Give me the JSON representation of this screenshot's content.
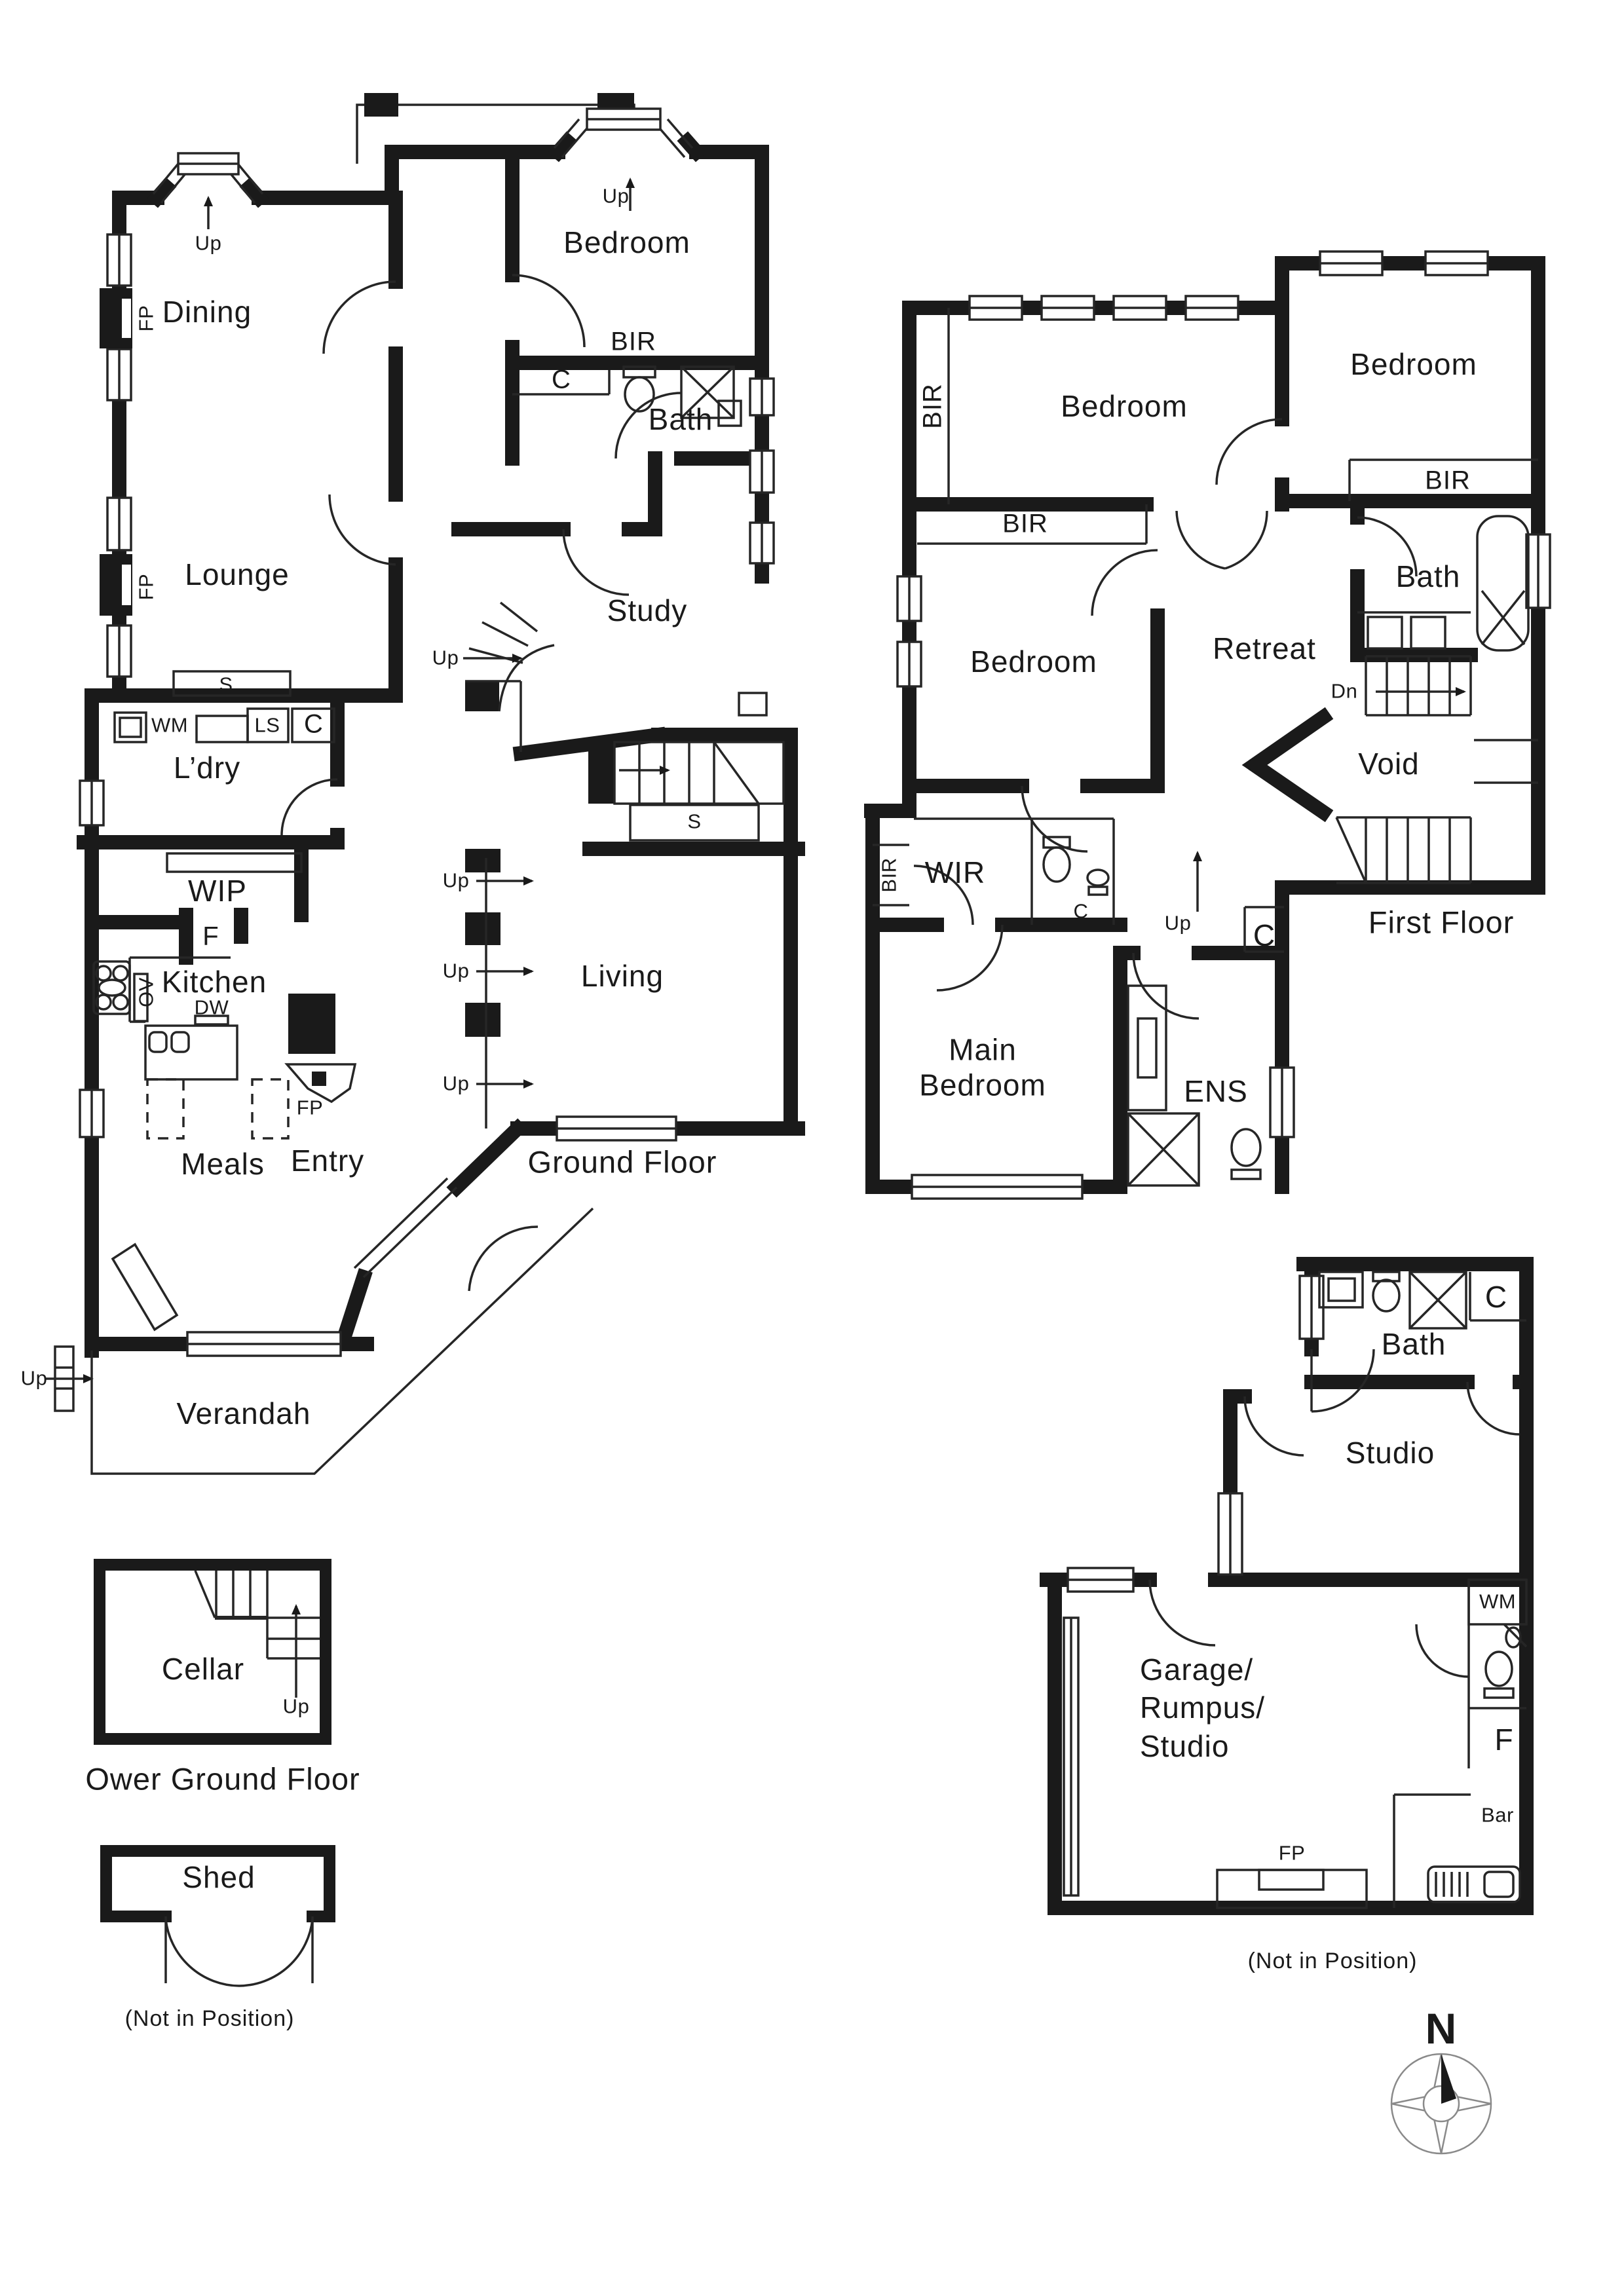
{
  "glossary": {
    "up": "Up",
    "dn": "Dn",
    "fp": "FP",
    "bir": "BIR",
    "wir": "WIR",
    "wip": "WIP",
    "wm": "WM",
    "ls": "LS",
    "c": "C",
    "s": "S",
    "f": "F",
    "ov": "OV",
    "dw": "DW",
    "ens": "ENS",
    "bar": "Bar",
    "north": "N",
    "not_in_position": "(Not in Position)"
  },
  "ground_floor": {
    "title": "Ground Floor",
    "rooms": {
      "dining": "Dining",
      "bedroom": "Bedroom",
      "bath": "Bath",
      "study": "Study",
      "lounge": "Lounge",
      "laundry": "L’dry",
      "kitchen": "Kitchen",
      "meals": "Meals",
      "entry": "Entry",
      "living": "Living",
      "verandah": "Verandah"
    }
  },
  "first_floor": {
    "title": "First Floor",
    "rooms": {
      "bedroom_left": "Bedroom",
      "bedroom_right": "Bedroom",
      "bedroom_middle": "Bedroom",
      "retreat": "Retreat",
      "bath": "Bath",
      "void": "Void",
      "main_bedroom": "Main\nBedroom",
      "ens": "ENS"
    }
  },
  "lower_ground_floor": {
    "title": "Ower Ground Floor",
    "rooms": {
      "cellar": "Cellar"
    }
  },
  "shed": {
    "label": "Shed"
  },
  "outbuilding": {
    "rooms": {
      "bath": "Bath",
      "studio": "Studio",
      "garage": "Garage/\nRumpus/\nStudio"
    }
  }
}
